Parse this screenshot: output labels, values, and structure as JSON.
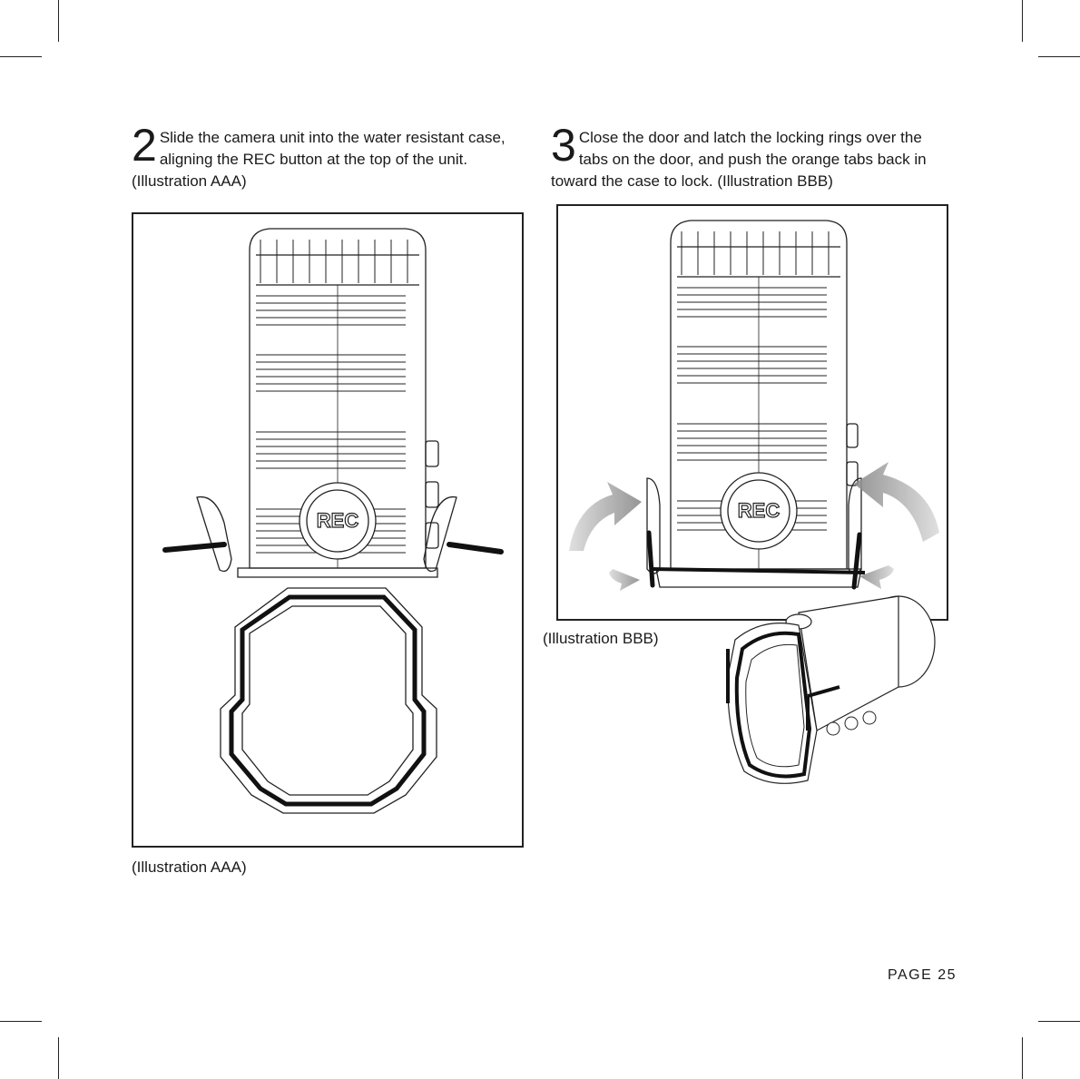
{
  "step2": {
    "number": "2",
    "text": "Slide the camera unit into the water resistant case, aligning the REC button at the top of the unit. (Illustration AAA)"
  },
  "step3": {
    "number": "3",
    "text": "Close the door and latch the locking rings over the tabs on the door, and push the orange tabs back in toward the case to lock. (Illustration BBB)"
  },
  "illustration_aaa": {
    "button_label": "REC",
    "caption": "(Illustration AAA)"
  },
  "illustration_bbb": {
    "button_label": "REC",
    "caption": "(Illustration BBB)"
  },
  "footer": {
    "page_label": "PAGE 25"
  }
}
